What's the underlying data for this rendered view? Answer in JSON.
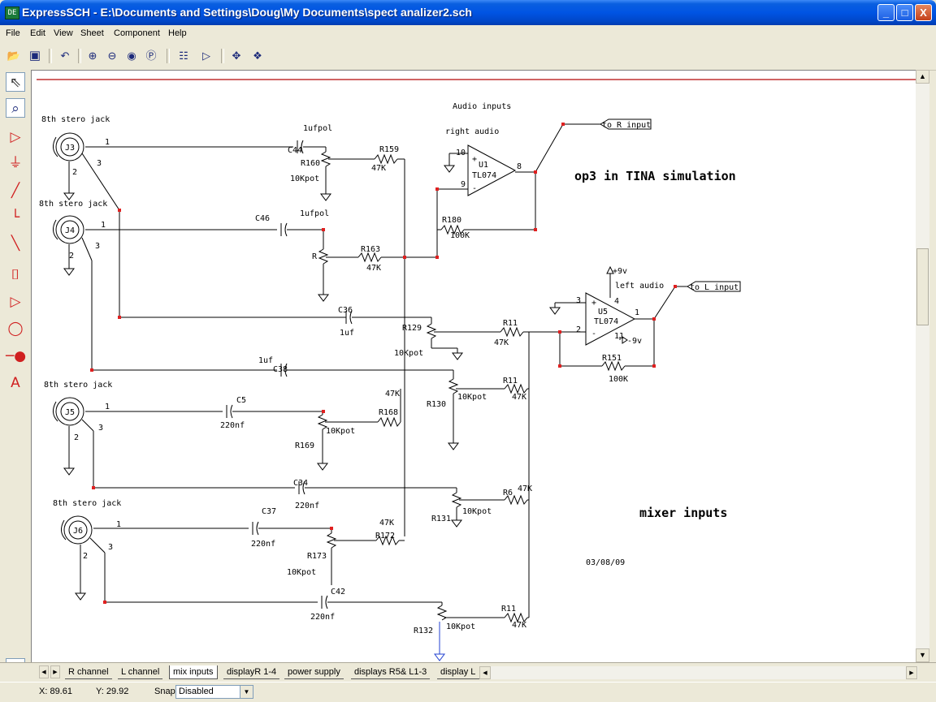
{
  "window": {
    "title": "ExpressSCH - E:\\Documents and Settings\\Doug\\My Documents\\spect analizer2.sch",
    "icon_text": "DE",
    "controls": [
      "_",
      "□",
      "X"
    ]
  },
  "menu": [
    "File",
    "Edit",
    "View",
    "Sheet",
    "Component",
    "Help"
  ],
  "toolbar": {
    "icons": [
      "open-icon",
      "save-icon",
      "undo-icon",
      "zoom-in-icon",
      "zoom-out-icon",
      "zoom-fit-icon",
      "zoom-previous-icon",
      "properties-icon",
      "component-icon",
      "pan-icon",
      "center-icon"
    ]
  },
  "left_tools": [
    "select-arrow-icon",
    "zoom-select-icon",
    "component-icon",
    "ground-icon",
    "wire-icon",
    "bus-icon",
    "connector-icon",
    "part-icon",
    "triangle-icon",
    "circle-icon",
    "pin-icon",
    "text-icon"
  ],
  "schematic": {
    "texts": {
      "audio_inputs": "Audio inputs",
      "right_audio": "right audio",
      "left_audio": "left audio",
      "to_r_input": "to R input",
      "to_l_input": "to L input",
      "op3_note": "op3 in TINA simulation",
      "mixer_note": "mixer inputs",
      "date": "03/08/09",
      "jack_label": "8th stero jack",
      "j3": "J3",
      "j4": "J4",
      "j5": "J5",
      "j6": "J6",
      "pin1": "1",
      "pin2": "2",
      "pin3": "3",
      "c44": "C44",
      "c46": "C46",
      "c36": "C36",
      "c38": "C38",
      "c5": "C5",
      "c34": "C34",
      "c37": "C37",
      "c42": "C42",
      "ufpol": "1ufpol",
      "uf": "1uf",
      "nf220": "220nf",
      "r160": "R160",
      "r": "R",
      "r169": "R169",
      "r173": "R173",
      "r159": "R159",
      "r163": "R163",
      "r168": "R168",
      "r172": "R172",
      "r180": "R180",
      "r151": "R151",
      "r129": "R129",
      "r130": "R130",
      "r131": "R131",
      "r132": "R132",
      "r11": "R11",
      "r6": "R6",
      "k47": "47K",
      "k100": "100K",
      "kpot": "10Kpot",
      "u1": "U1",
      "u5": "U5",
      "tl074": "TL074",
      "pin10": "10",
      "pin9": "9",
      "pin8": "8",
      "pin4": "4",
      "pin11": "11",
      "plus9": "+9v",
      "minus9": "-9v",
      "plus": "+",
      "minus": "-"
    }
  },
  "tabs": [
    "R channel",
    "L channel",
    "mix inputs",
    "displayR 1-4",
    "power supply",
    "displays R5& L1-3",
    "display L"
  ],
  "active_tab": "mix inputs",
  "status": {
    "x": "X: 89.61",
    "y": "Y: 29.92",
    "snap_label": "Snap:",
    "snap_value": "Disabled"
  }
}
